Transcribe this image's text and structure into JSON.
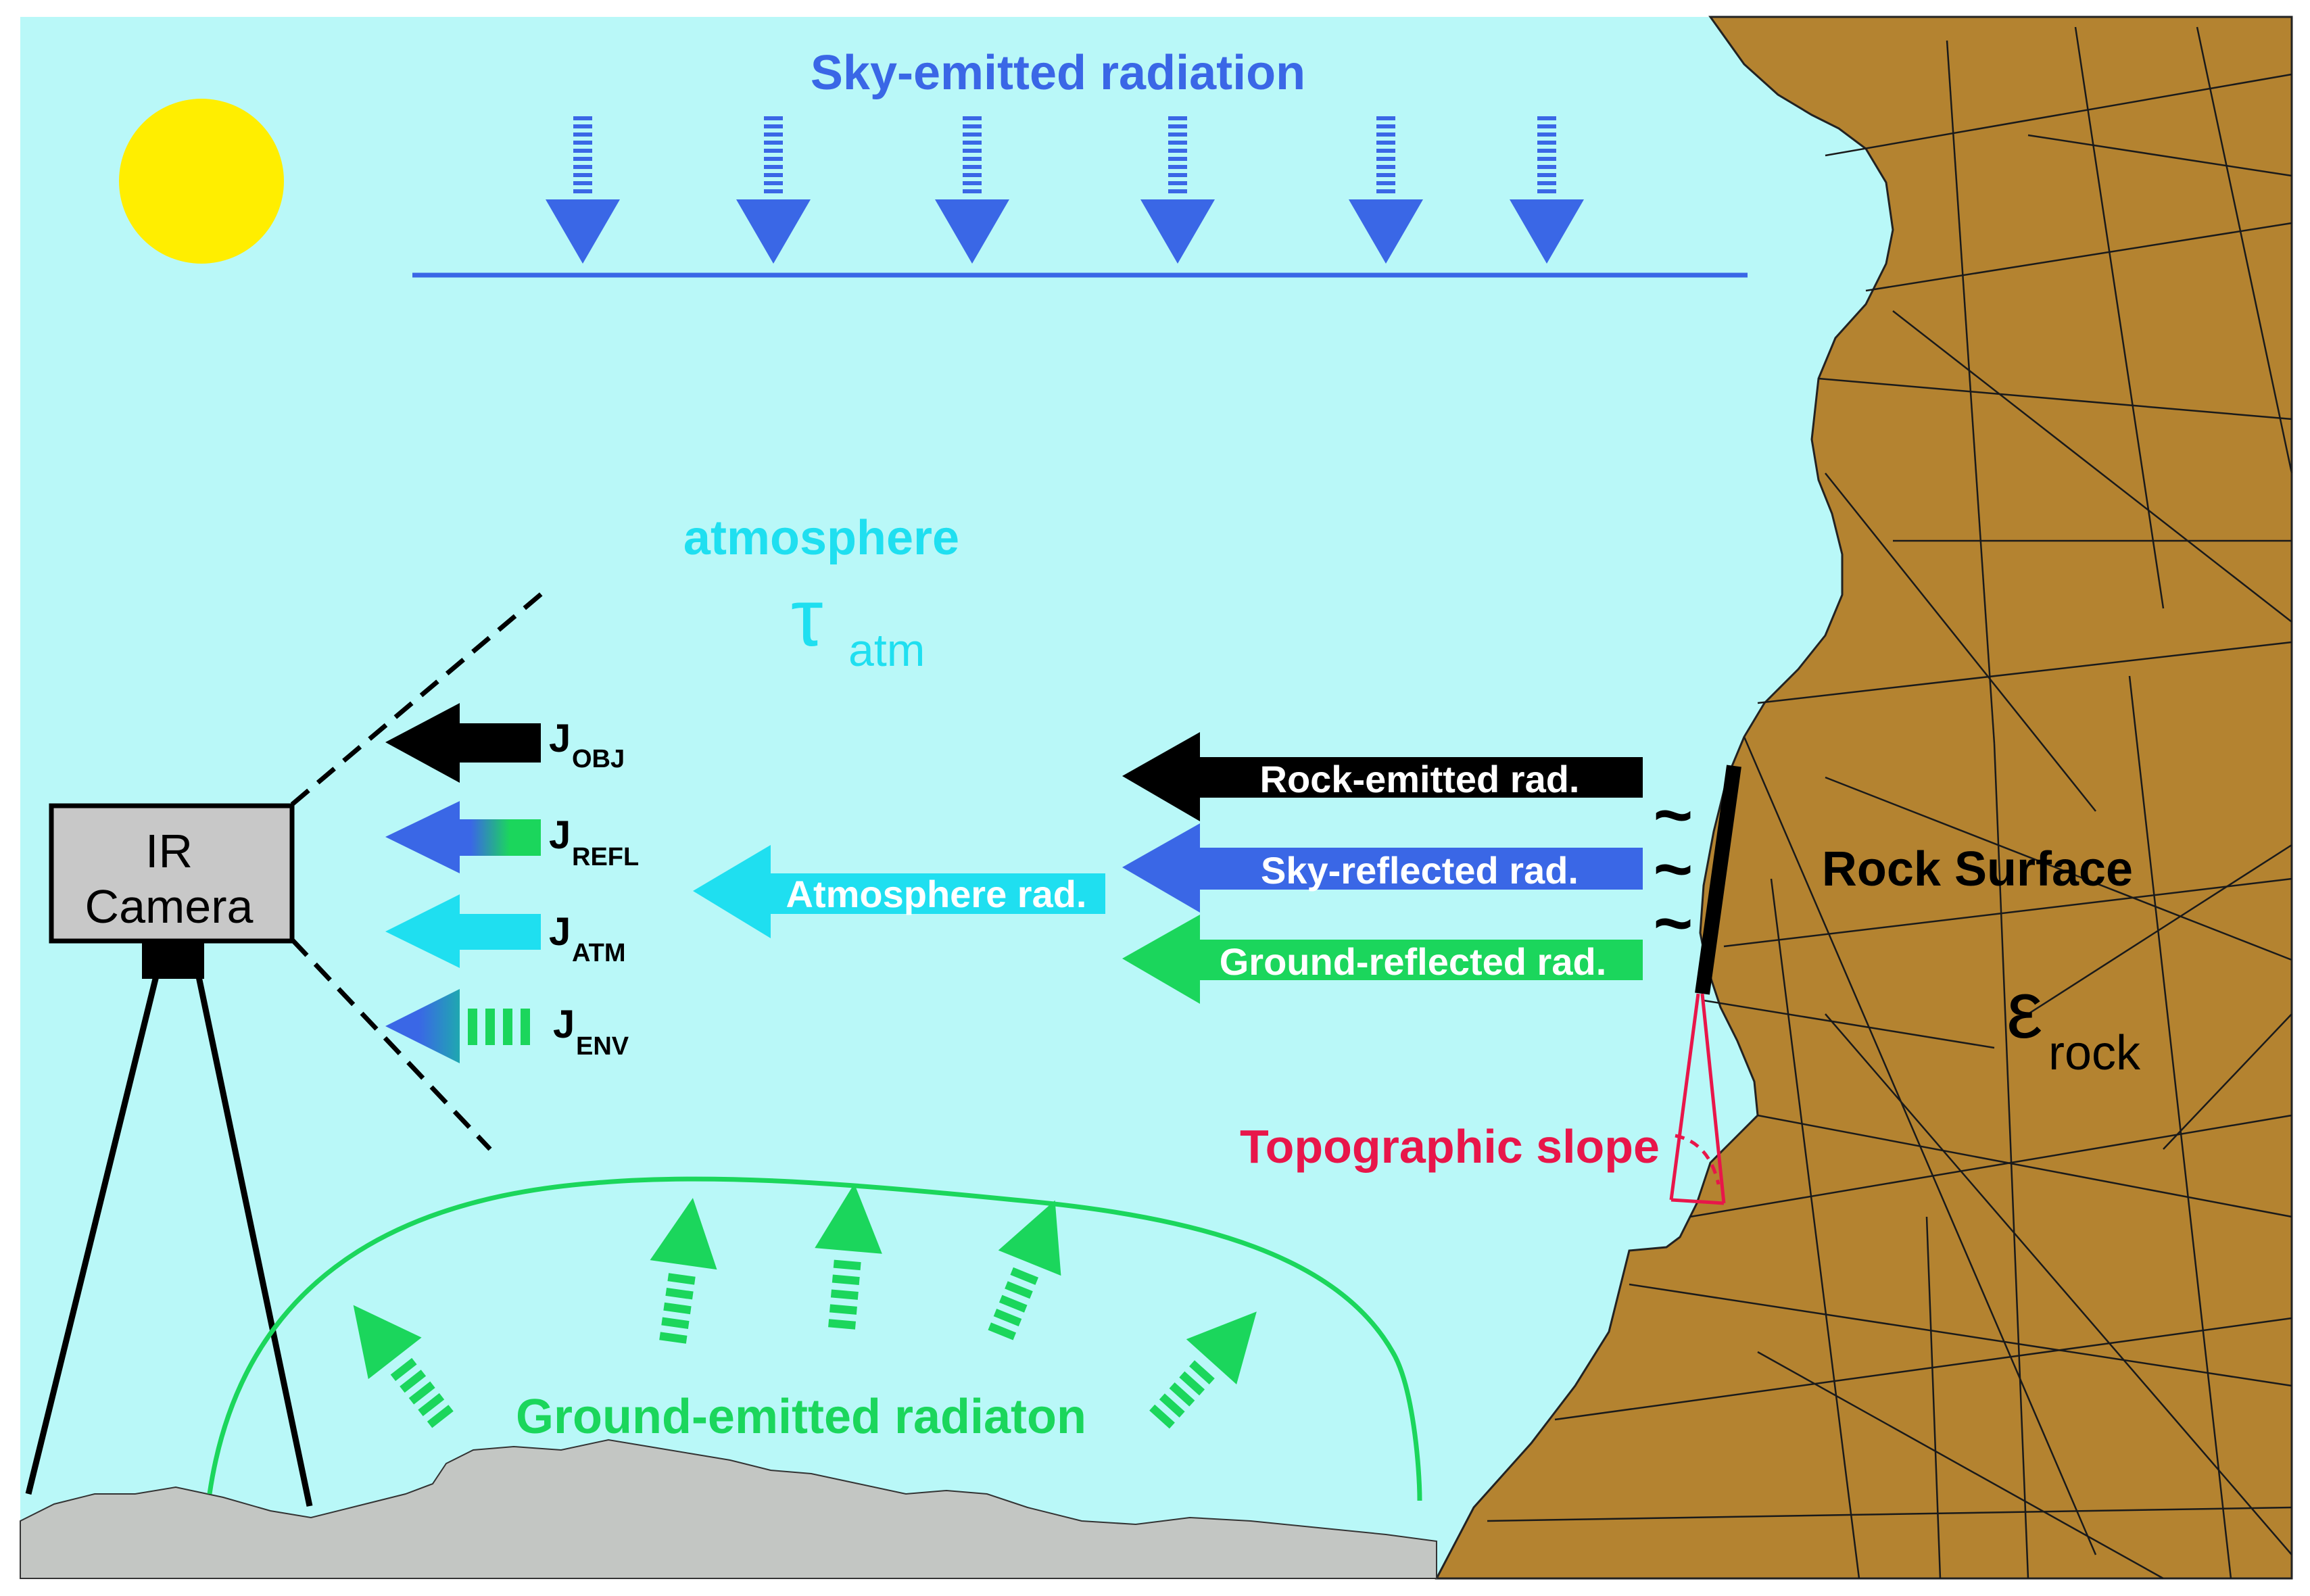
{
  "labels": {
    "sky_emitted": "Sky-emitted radiation",
    "atmosphere": "atmosphere",
    "tau_symbol": "τ",
    "tau_sub": "atm",
    "camera_line1": "IR",
    "camera_line2": "Camera",
    "j_obj": "J",
    "j_obj_sub": "OBJ",
    "j_refl": "J",
    "j_refl_sub": "REFL",
    "j_atm": "J",
    "j_atm_sub": "ATM",
    "j_env": "J",
    "j_env_sub": "ENV",
    "atmosphere_rad": "Atmosphere  rad.",
    "rock_emitted": "Rock-emitted rad.",
    "sky_reflected": "Sky-reflected rad.",
    "ground_reflected": "Ground-reflected rad.",
    "rock_surface": "Rock Surface",
    "epsilon_symbol": "ε",
    "epsilon_sub": "rock",
    "topographic_slope": "Topographic slope",
    "ground_emitted": "Ground-emitted radiaton",
    "tilde": "~"
  },
  "colors": {
    "sky": "#b9f8f8",
    "sun": "#ffee00",
    "sky_blue": "#3a67e6",
    "rock": "#b48330",
    "ground": "#c3c6c3",
    "ground_green": "#1bd65c",
    "atm_cyan": "#1fdff0",
    "topo_red": "#e8164a",
    "camera_body": "#c8c8c8"
  },
  "icons": {
    "sun": "sun-icon",
    "camera": "ir-camera-icon"
  }
}
